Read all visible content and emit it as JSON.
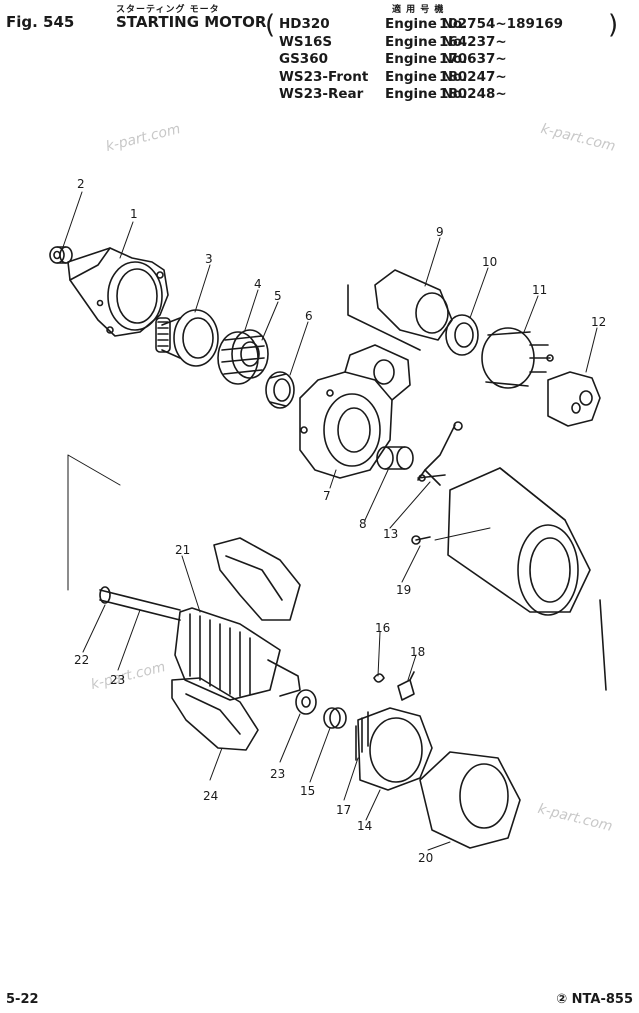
{
  "header": {
    "fig": "Fig. 545",
    "title": "STARTING MOTOR",
    "title_jp": "スターティング モータ",
    "applicable_jp": "適 用 号 機",
    "engines": [
      {
        "model": "HD320",
        "label": "Engine No.",
        "range": "102754~189169"
      },
      {
        "model": "WS16S",
        "label": "Engine No.",
        "range": "164237~"
      },
      {
        "model": "GS360",
        "label": "Engine No.",
        "range": "170637~"
      },
      {
        "model": "WS23-Front",
        "label": "Engine No.",
        "range": "180247~"
      },
      {
        "model": "WS23-Rear",
        "label": "Engine No.",
        "range": "180248~"
      }
    ]
  },
  "watermarks": [
    "k-part.com",
    "k-part.com",
    "k-part.com",
    "k-part.com"
  ],
  "callouts": [
    "1",
    "2",
    "3",
    "4",
    "5",
    "6",
    "7",
    "8",
    "9",
    "10",
    "11",
    "12",
    "13",
    "14",
    "15",
    "16",
    "17",
    "18",
    "19",
    "20",
    "21",
    "22",
    "23",
    "23",
    "24"
  ],
  "footer": {
    "page": "5-22",
    "code": "② NTA-855"
  }
}
